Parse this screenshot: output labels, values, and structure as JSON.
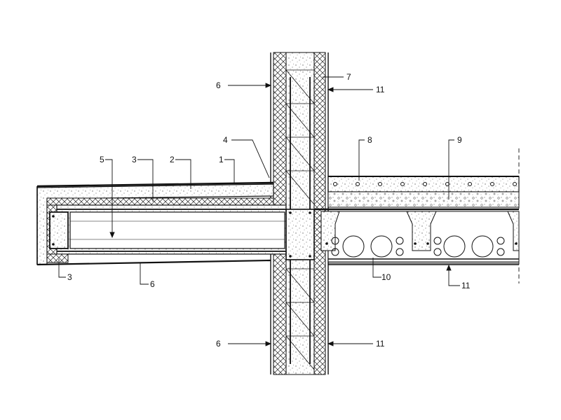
{
  "drawing": {
    "ink_color": "#111111",
    "paper_color": "#ffffff",
    "callouts": [
      {
        "id": "c1",
        "text": "1"
      },
      {
        "id": "c2",
        "text": "2"
      },
      {
        "id": "c3a",
        "text": "3"
      },
      {
        "id": "c3b",
        "text": "3"
      },
      {
        "id": "c4",
        "text": "4"
      },
      {
        "id": "c5",
        "text": "5"
      },
      {
        "id": "c6a",
        "text": "6"
      },
      {
        "id": "c6b",
        "text": "6"
      },
      {
        "id": "c6c",
        "text": "6"
      },
      {
        "id": "c7",
        "text": "7"
      },
      {
        "id": "c8",
        "text": "8"
      },
      {
        "id": "c9",
        "text": "9"
      },
      {
        "id": "c10",
        "text": "10"
      },
      {
        "id": "c11a",
        "text": "11"
      },
      {
        "id": "c11b",
        "text": "11"
      },
      {
        "id": "c11c",
        "text": "11"
      }
    ]
  }
}
